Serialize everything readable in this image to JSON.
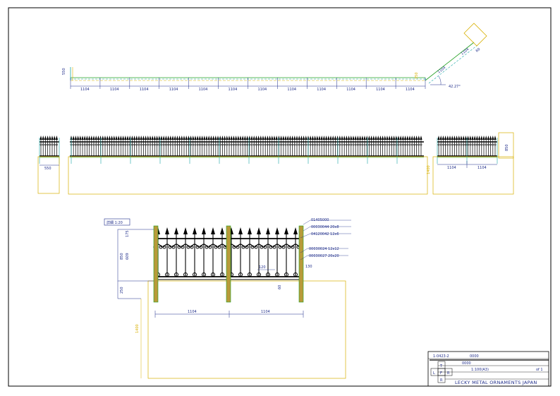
{
  "plan_view": {
    "left_height_dim": "550",
    "segment_dims": [
      "1104",
      "1104",
      "1104",
      "1104",
      "1104",
      "1104",
      "1104",
      "1104",
      "1104",
      "1104",
      "1104",
      "1104"
    ],
    "end_dim": "350",
    "angle_dim": "42.27°",
    "angled_dims": [
      "1104",
      "1104"
    ],
    "angled_end_dim": "60"
  },
  "elevation": {
    "left_dim": "550",
    "right_dims": [
      "1104",
      "1104"
    ],
    "height_dim": "850",
    "found_dim": "1400"
  },
  "detail": {
    "scale_label": "詳細 1:20",
    "parts": [
      "01405000",
      "00030044 20x8",
      "04120042 12x6",
      "00030024 12x12",
      "00030027 20x20"
    ],
    "dims": {
      "top": "175",
      "overall": "850",
      "mid": "609",
      "below": "250",
      "found": "1400",
      "span1": "1104",
      "span2": "1104",
      "inner": "120",
      "post_gap": "60",
      "post_right": "130"
    }
  },
  "title_block": {
    "drawing_no": "1-0423-2",
    "field1_value": "0000",
    "field2_value": "0000",
    "scale": "1:100(A3)",
    "sheet": "of 1",
    "views": [
      "T",
      "L",
      "F",
      "R",
      "R"
    ],
    "company": "LECKY METAL ORNAMENTS JAPAN"
  },
  "colors": {
    "frame": "#000000",
    "dimension": "#1f2d8a",
    "teal": "#1aa6a6",
    "yellow": "#d8b000",
    "green": "#20a020",
    "post_fill": "#b89a3a"
  }
}
